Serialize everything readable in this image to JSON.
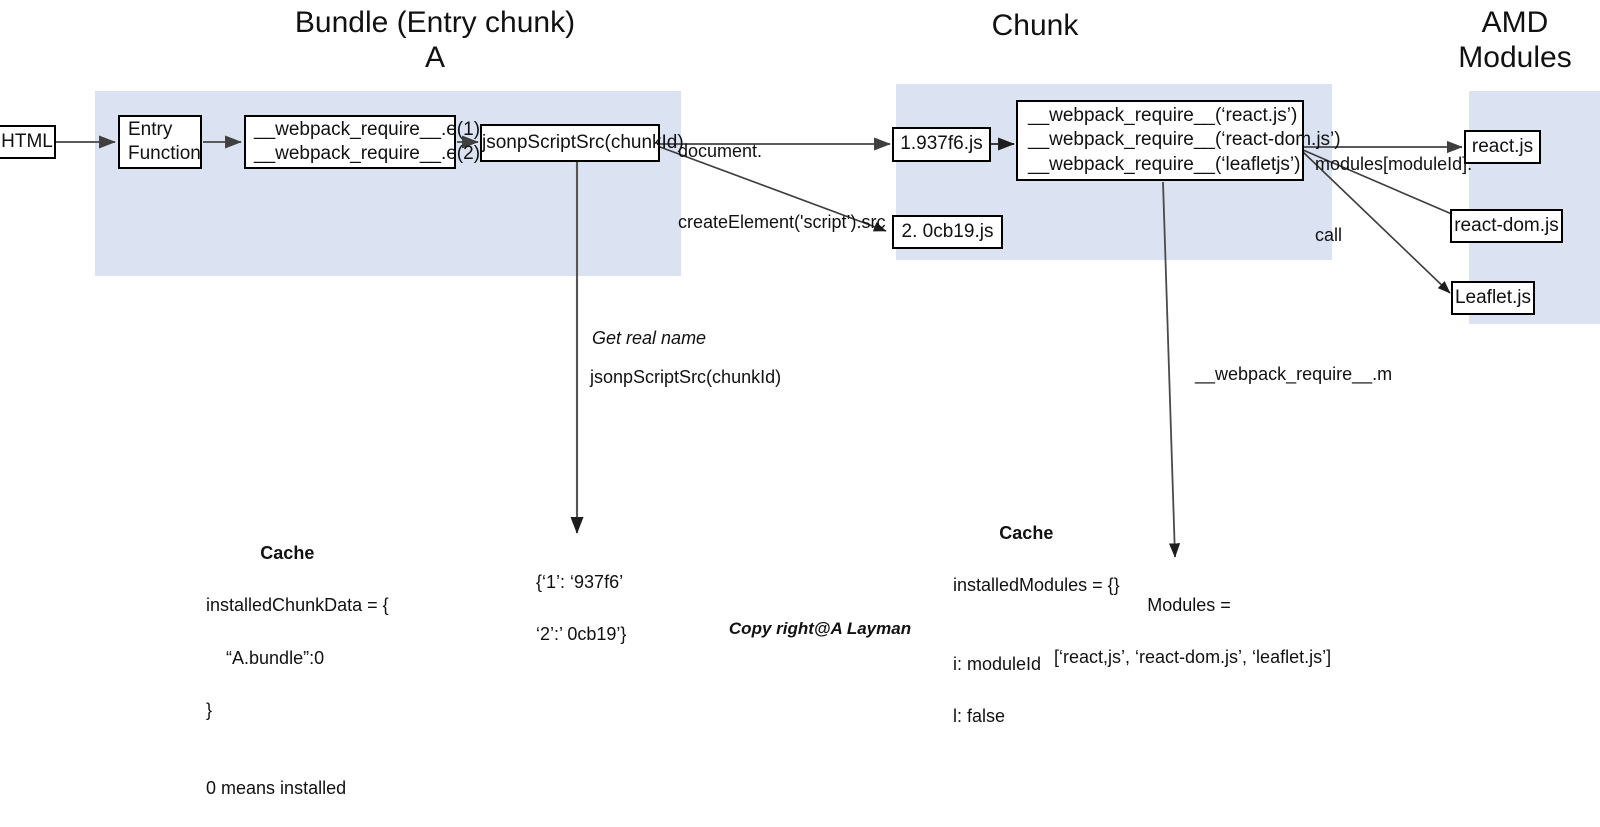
{
  "diagram": {
    "title_copyright": "Copy right@A Layman",
    "accent_panel_color": "#dbe2f1",
    "stroke_color": "#404040"
  },
  "titles": {
    "bundle_line1": "Bundle (Entry chunk)",
    "bundle_line2": "A",
    "chunk": "Chunk",
    "amd_line1": "AMD",
    "amd_line2": "Modules"
  },
  "nodes": {
    "html": "HTML",
    "entry_function_l1": "Entry",
    "entry_function_l2": "Function",
    "require_e_l1": "__webpack_require__.e(1)",
    "require_e_l2": "__webpack_require__.e(2)",
    "jsonp_script_src": "jsonpScriptSrc(chunkId)",
    "chunk_1": "1.937f6.js",
    "chunk_2": "2. 0cb19.js",
    "require_mod_l1": "__webpack_require__(‘react.js’)",
    "require_mod_l2": "__webpack_require__(‘react-dom.js’)",
    "require_mod_l3": "__webpack_require__(‘leafletjs’)",
    "react": "react.js",
    "react_dom": "react-dom.js",
    "leaflet": "Leaflet.js"
  },
  "edge_labels": {
    "document_create_l1": "document.",
    "document_create_l2": "createElement('script’).src",
    "modules_call_l1": "modules[moduleId].",
    "modules_call_l2": "call",
    "get_real_name": "Get real name",
    "jsonp_script_src_label": "jsonpScriptSrc(chunkId)",
    "webpack_require_m": "__webpack_require__.m"
  },
  "annotations": {
    "chunk_map_l1": "{‘1’: ‘937f6’",
    "chunk_map_l2": "‘2’:’ 0cb19’}",
    "modules_out_l1": "Modules =",
    "modules_out_l2": "[‘react,js’, ‘react-dom.js’, ‘leaflet.js’]"
  },
  "cache_left": {
    "heading": "Cache",
    "l1": "installedChunkData = {",
    "l2": "    “A.bundle”:0",
    "l3": "}",
    "l4": "0 means installed"
  },
  "cache_right": {
    "heading": "Cache",
    "l1": "installedModules = {}",
    "l2": "i: moduleId",
    "l3": "l: false"
  }
}
